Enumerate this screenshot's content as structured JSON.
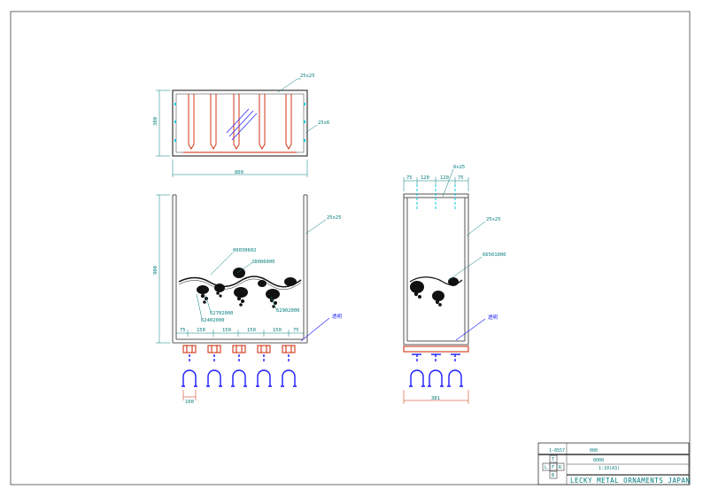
{
  "dims": {
    "top_width": "800",
    "top_height": "380",
    "front_height": "900",
    "side_width": "381",
    "bottom_width": "100",
    "bottom_spacing": [
      "75",
      "150",
      "150",
      "150",
      "150",
      "75"
    ],
    "side_spacing": [
      "75",
      "120",
      "120",
      "75"
    ]
  },
  "labels": {
    "tube_25x25_a": "25x25",
    "flat_25x6": "25x6",
    "tube_25x25_b": "25x25",
    "tube_25x25_c": "25x25",
    "flat_6x25": "6x25",
    "part_a": "00030602",
    "part_b": "28006000",
    "part_c": "62702000",
    "part_d": "62402000",
    "part_e": "62902000",
    "part_f": "66501000",
    "clear_a": "透明",
    "clear_b": "透明"
  },
  "title_block": {
    "code": "1-0557",
    "row1": "000",
    "row2": "0000",
    "scale": "1:10(A3)",
    "view_t": "T",
    "view_l": "L",
    "view_f": "F",
    "view_r": "R",
    "view_b": "B",
    "company": "LECKY METAL ORNAMENTS JAPAN"
  },
  "colors": {
    "frame": "#555555",
    "red": "#cc2200",
    "teal": "#007b7b",
    "blue": "#1a1aff",
    "cyan": "#00c8e0"
  }
}
